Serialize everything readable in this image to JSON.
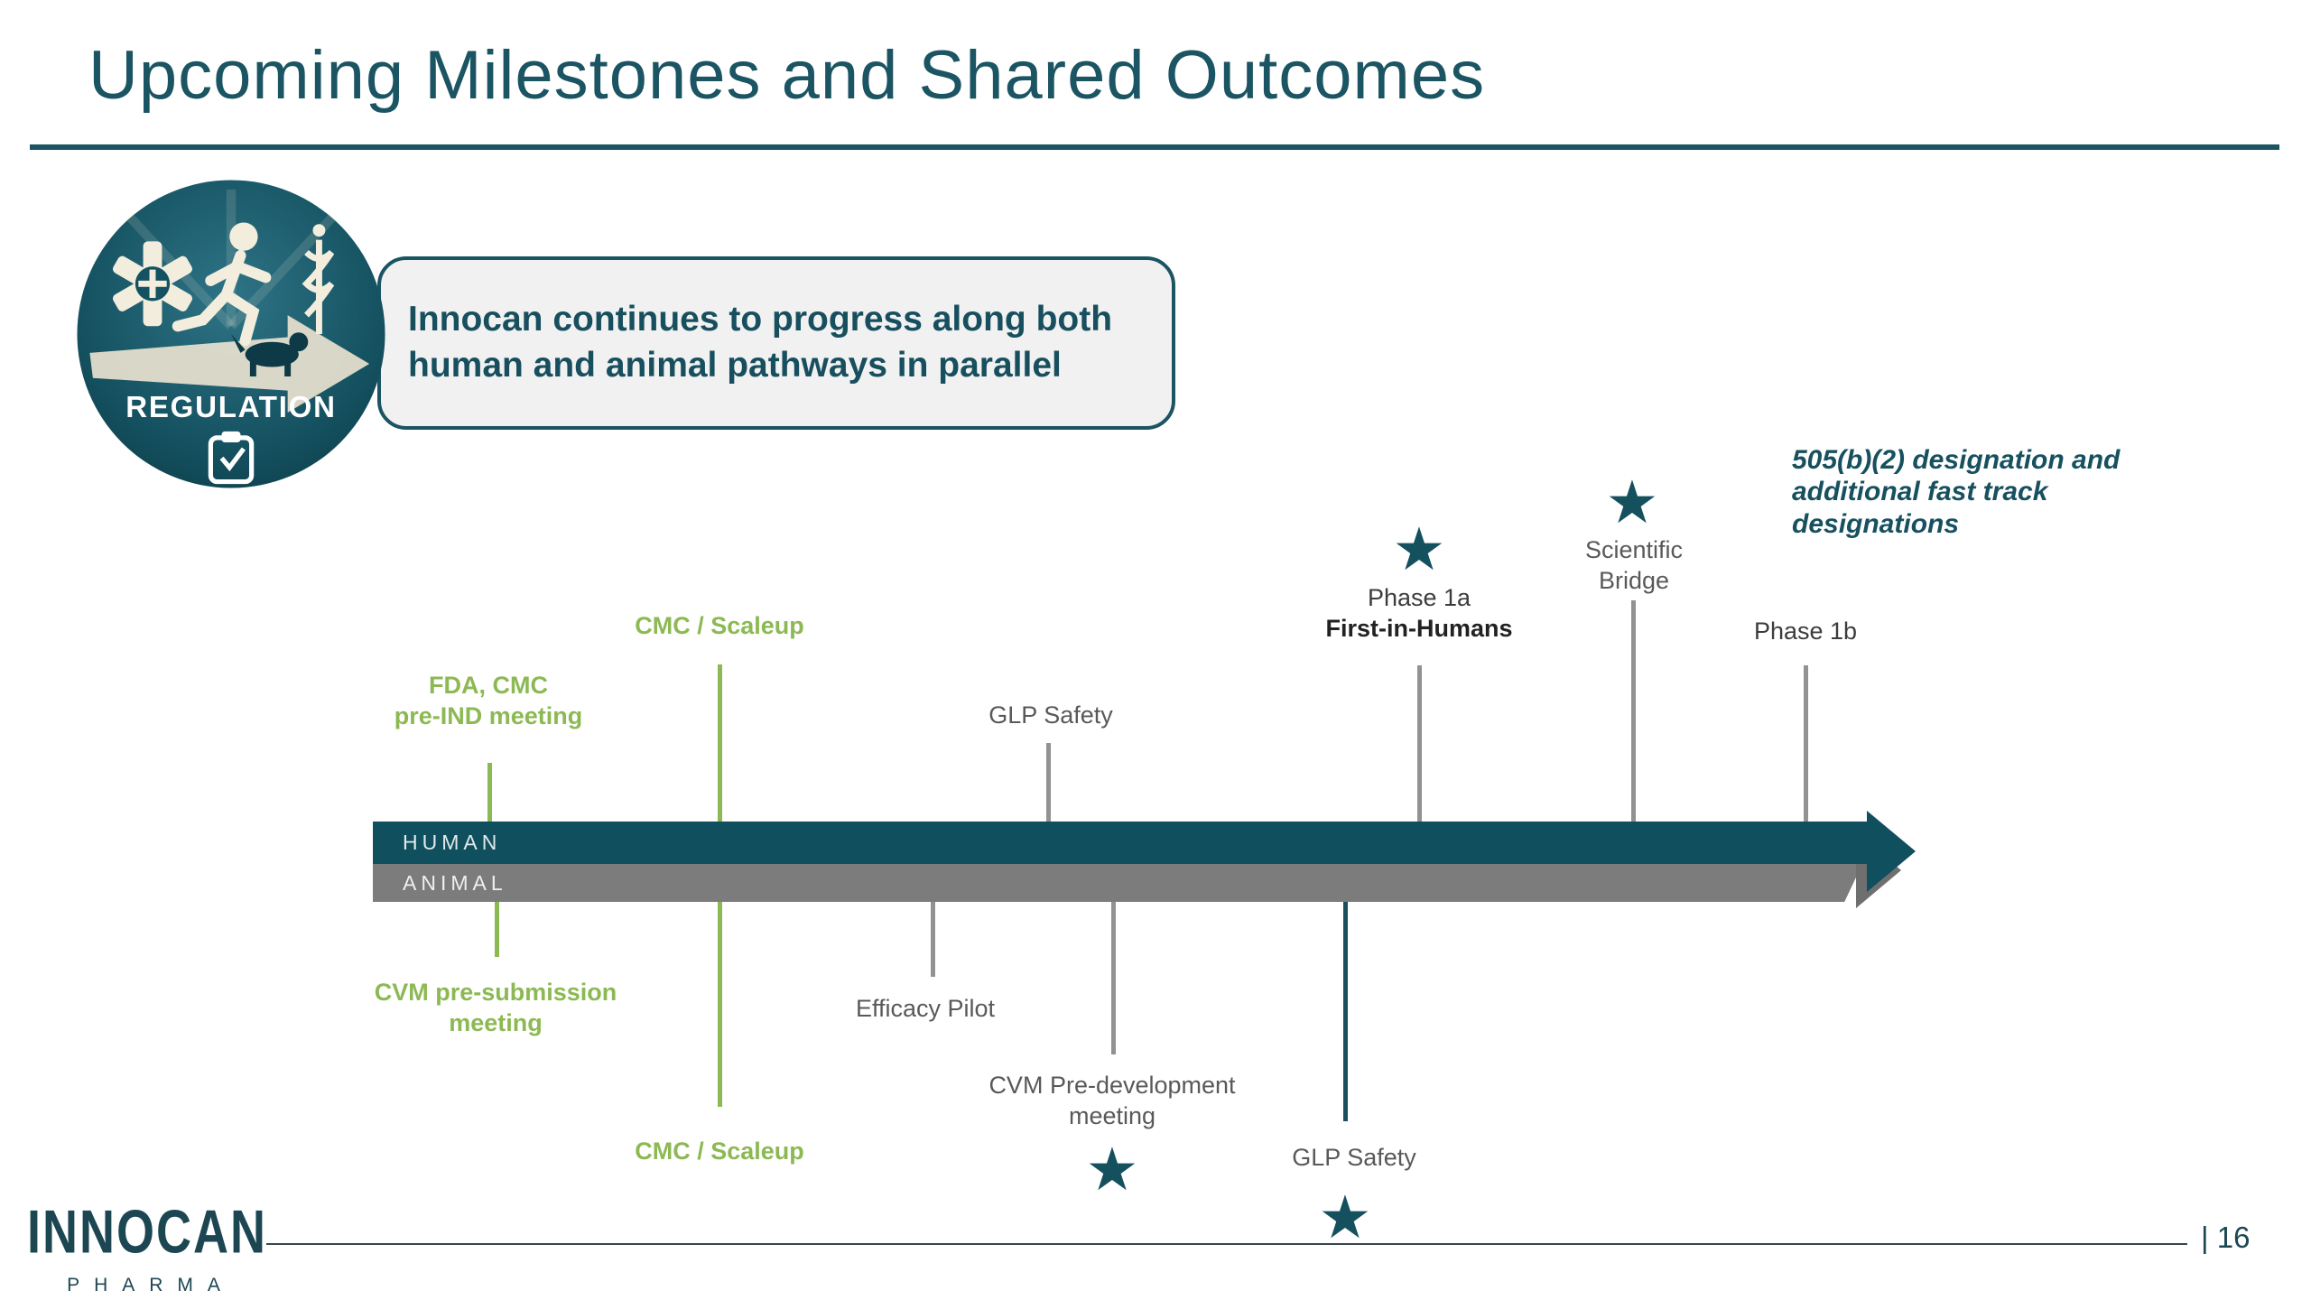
{
  "slide": {
    "title": "Upcoming Milestones and Shared Outcomes",
    "page_label": "| 16"
  },
  "badge": {
    "label": "REGULATION"
  },
  "callout": {
    "text": "Innocan continues to progress along both human and animal pathways in parallel"
  },
  "annotation": {
    "text": "505(b)(2) designation and additional fast track designations"
  },
  "timeline": {
    "tracks": [
      {
        "label": "HUMAN"
      },
      {
        "label": "ANIMAL"
      }
    ],
    "human_milestones": [
      {
        "line1": "FDA, CMC",
        "line2": "pre-IND meeting",
        "category": "regulatory-green"
      },
      {
        "line1": "CMC / Scaleup",
        "line2": "",
        "category": "regulatory-green"
      },
      {
        "line1": "GLP Safety",
        "line2": "",
        "category": "standard"
      },
      {
        "line1": "Phase 1a",
        "line2": "First-in-Humans",
        "category": "starred"
      },
      {
        "line1": "Scientific",
        "line2": "Bridge",
        "category": "starred"
      },
      {
        "line1": "Phase 1b",
        "line2": "",
        "category": "standard"
      }
    ],
    "animal_milestones": [
      {
        "line1": "CVM pre-submission",
        "line2": "meeting",
        "category": "regulatory-green"
      },
      {
        "line1": "CMC / Scaleup",
        "line2": "",
        "category": "regulatory-green"
      },
      {
        "line1": "Efficacy Pilot",
        "line2": "",
        "category": "standard"
      },
      {
        "line1": "CVM Pre-development",
        "line2": "meeting",
        "category": "starred"
      },
      {
        "line1": "GLP Safety",
        "line2": "",
        "category": "starred"
      }
    ]
  },
  "footer": {
    "brand": "INNOCAN",
    "brand_sub": "PHARMA"
  },
  "colors": {
    "teal": "#0f4f5e",
    "green": "#8cb953",
    "gray_band": "#7c7c7c",
    "star": "#14505e"
  }
}
